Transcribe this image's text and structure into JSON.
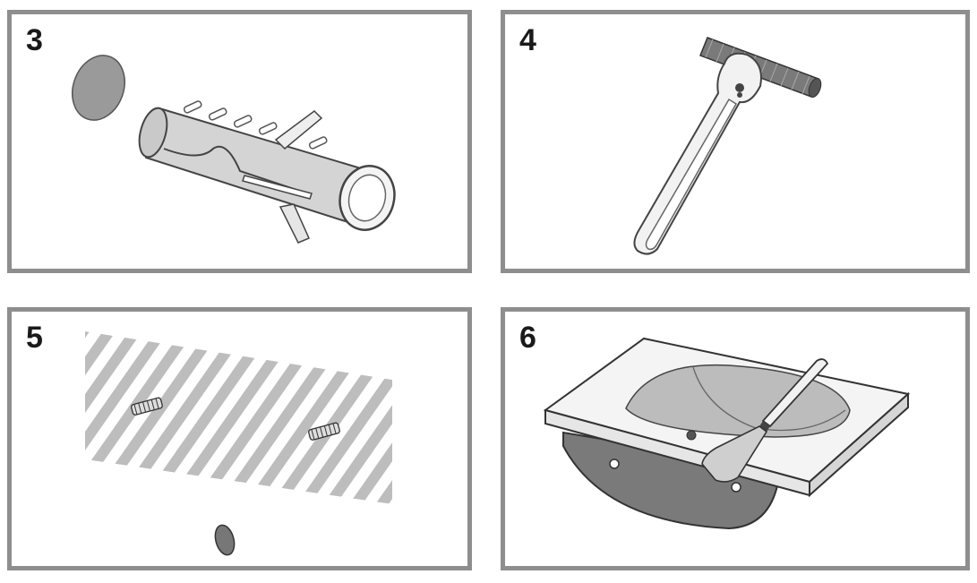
{
  "steps": [
    {
      "number": "3",
      "illustration": "wall-anchor-plug"
    },
    {
      "number": "4",
      "illustration": "hanger-bolt-wrench"
    },
    {
      "number": "5",
      "illustration": "wall-with-threaded-studs"
    },
    {
      "number": "6",
      "illustration": "basin-with-sealant-spatula"
    }
  ],
  "colors": {
    "frame": "#8e8e8e",
    "part": "#cfcfcf",
    "dark": "#6f6f6f",
    "stripe": "#bdbdbd"
  }
}
